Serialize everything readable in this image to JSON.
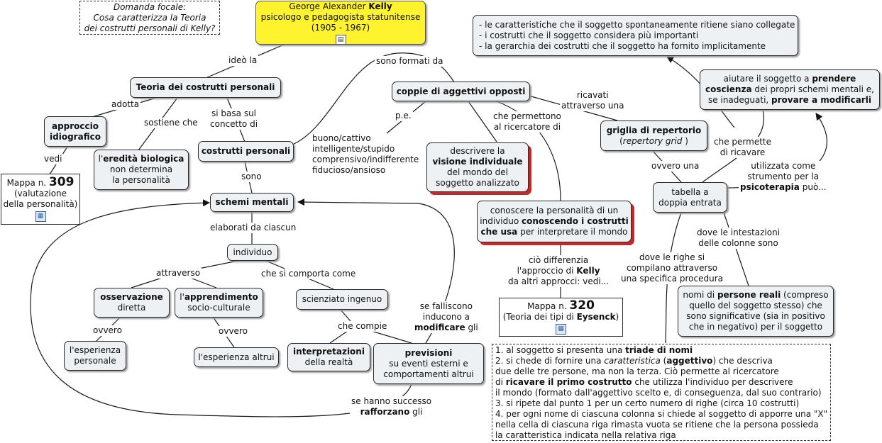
{
  "focus": {
    "line1": "Domanda focale:",
    "line2": "Cosa caratterizza la Teoria",
    "line3": "dei costrutti personali di Kelly?"
  },
  "kelly": {
    "line1_pre": "George Alexander ",
    "line1_bold": "Kelly",
    "line2": "psicologo e pedagogista statunitense",
    "line3": "(1905 - 1967)",
    "icon": "document-icon"
  },
  "teoria": "Teoria dei costrutti personali",
  "approccio": {
    "l1": "approccio",
    "l2": "idiografico"
  },
  "mappa309": {
    "pre": "Mappa n. ",
    "num": "309",
    "l2": "(valutazione",
    "l3": "della personalità)",
    "icon": "concept-map-icon"
  },
  "eredita": {
    "pre": "l'",
    "bold": "eredità biologica",
    "l2": "non determina",
    "l3": "la personalità"
  },
  "costrutti": "costrutti personali",
  "schemi": "schemi mentali",
  "individuo": "individuo",
  "osservazione": {
    "l1": "osservazione",
    "l2": "diretta"
  },
  "apprendimento": {
    "pre": "l'",
    "bold": "apprendimento",
    "l2": "socio-culturale"
  },
  "esperienza_personale": {
    "l1": "l'esperienza",
    "l2": "personale"
  },
  "esperienza_altrui": "l'esperienza altrui",
  "scienziato": "scienziato ingenuo",
  "interpretazioni": {
    "l1": "interpretazioni",
    "l2": "della realtà"
  },
  "previsioni": {
    "l1": "previsioni",
    "l2": "su eventi esterni e",
    "l3": "comportamenti altrui"
  },
  "coppie": "coppie di aggettivi opposti",
  "esempi": {
    "l1": "buono/cattivo",
    "l2": "intelligente/stupido",
    "l3": "comprensivo/indifferente",
    "l4": "fiducioso/ansioso"
  },
  "descrivere": {
    "l1": "descrivere la",
    "l2": "visione individuale",
    "l3": "del mondo del",
    "l4": "soggetto analizzato"
  },
  "conoscere": {
    "l1": "conoscere la personalità di un",
    "l2_pre": "individuo ",
    "l2_bold": "conoscendo i costrutti",
    "l3_bold": "che usa",
    "l3_post": " per interpretare il mondo"
  },
  "mappa320": {
    "pre": "Mappa n. ",
    "num": "320",
    "l2_pre": "(Teoria dei tipi di ",
    "l2_bold": "Eysenck",
    "l2_post": ")",
    "icon": "concept-map-icon"
  },
  "griglia": {
    "l1": "griglia di repertorio",
    "l2_pre": "(",
    "l2_it": "repertory grid",
    "l2_post": " )"
  },
  "tabella": {
    "l1": "tabella a",
    "l2": "doppia entrata"
  },
  "caratteristiche": {
    "l1": "- le caratteristiche che il soggetto spontaneamente ritiene siano collegate",
    "l2": "- i costrutti che il soggetto considera più importanti",
    "l3": "- la gerarchia dei costrutti che il soggetto ha fornito implicitamente"
  },
  "aiutare": {
    "l1": "aiutare il soggetto a ",
    "l1_bold": "prendere",
    "l2_bold": "coscienza",
    "l2": " dei propri schemi mentali e,",
    "l3": "se inadeguati, ",
    "l3_bold": "provare a modificarli"
  },
  "nomi": {
    "l1_pre": "nomi di ",
    "l1_bold": "persone reali",
    "l1_post": " (compreso",
    "l2": "quello del soggetto stesso) che",
    "l3": "sono significative (sia in positivo",
    "l4": "che in negativo) per il soggetto"
  },
  "procedura": {
    "l1_pre": "1. al soggetto si presenta una ",
    "l1_bold": "triade di nomi",
    "l2_pre": "2. si chede di fornire una ",
    "l2_it": "caratteristica",
    "l2_mid": "  (",
    "l2_bold": "aggettivo",
    "l2_post": ") che descriva",
    "l3": "due delle tre persone, ma non la terza. Ciò permette al ricercatore",
    "l4_pre": "di ",
    "l4_bold": "ricavare il primo costrutto",
    "l4_post": " che utilizza l'individuo per descrivere",
    "l5": "il mondo (formato dall'aggettivo scelto e, di conseguenza, dal suo contrario)",
    "l6": "3. si ripete dal punto 1 per un certo numero di righe (circa 10 costrutti)",
    "l7": "4. per ogni nome di ciascuna colonna si chiede al soggetto di apporre una \"X\"",
    "l8": "nella cella di ciascuna riga rimasta vuota se ritiene che la persona possieda",
    "l9": "la caratteristica indicata nella relativa riga"
  },
  "labels": {
    "ideo": "ideò la",
    "adotta": "adotta",
    "vedi": "vedi",
    "sostiene": "sostiene che",
    "basa_l1": "si basa sul",
    "basa_l2": "concetto di",
    "sono": "sono",
    "elaborati": "elaborati da ciascun",
    "attraverso": "attraverso",
    "comporta": "che si comporta come",
    "ovvero1": "ovvero",
    "ovvero2": "ovvero",
    "compie": "che compie",
    "falliscono_l1": "se falliscono",
    "falliscono_l2": "inducono a",
    "falliscono_l3": "modificare",
    "falliscono_l3b": " gli",
    "successo_l1": "se hanno successo",
    "successo_l2": "rafforzano",
    "successo_l2b": " gli",
    "formati": "sono formati da",
    "pe": "p.e.",
    "permettono_l1": "che permettono",
    "permettono_l2": "al ricercatore di",
    "ricavati_l1": "ricavati",
    "ricavati_l2": "attraverso una",
    "differenzia_l1": "ciò differenzia",
    "differenzia_l2_pre": "l'approccio di ",
    "differenzia_l2_bold": "Kelly",
    "differenzia_l3": "da altri approcci: vedi...",
    "ovvero_una": "ovvero una",
    "permette_l1": "che permette",
    "permette_l2": "di ricavare",
    "utilizzata_l1": "utilizzata come",
    "utilizzata_l2": "strumento per la",
    "utilizzata_l3_bold": "psicoterapia",
    "utilizzata_l3": " può...",
    "intestazioni_l1": "dove le intestazioni",
    "intestazioni_l2": "delle colonne sono",
    "righe_l1": "dove le righe si",
    "righe_l2": "compilano attraverso",
    "righe_l3": "una specifica procedura"
  },
  "colors": {
    "node_fill": "#eef1f3",
    "root_fill": "#fff32e",
    "accent_shadow": "#c62828",
    "line": "#1a1a1a"
  }
}
